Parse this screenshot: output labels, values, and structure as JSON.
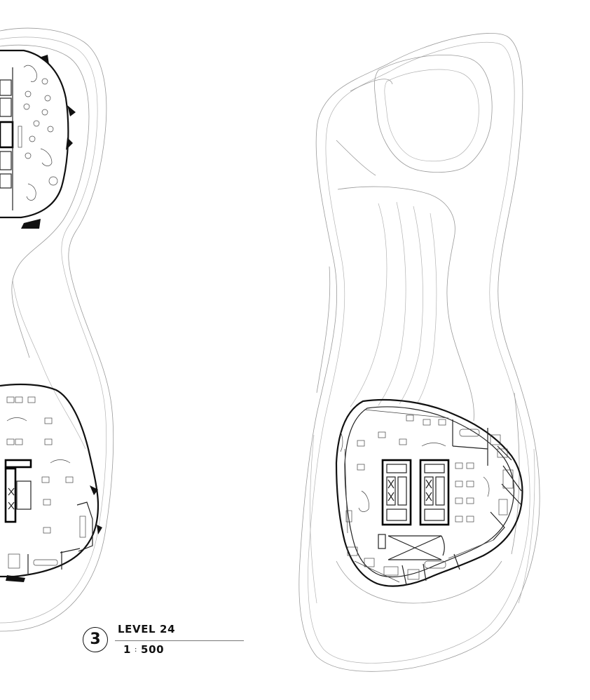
{
  "drawing": {
    "view_number": "3",
    "level_title": "LEVEL 24",
    "scale_left": "1",
    "scale_separator": ":",
    "scale_right": "500"
  },
  "colors": {
    "linework": "#111111",
    "site_lines": "#9a9a9a",
    "background": "#ffffff"
  }
}
